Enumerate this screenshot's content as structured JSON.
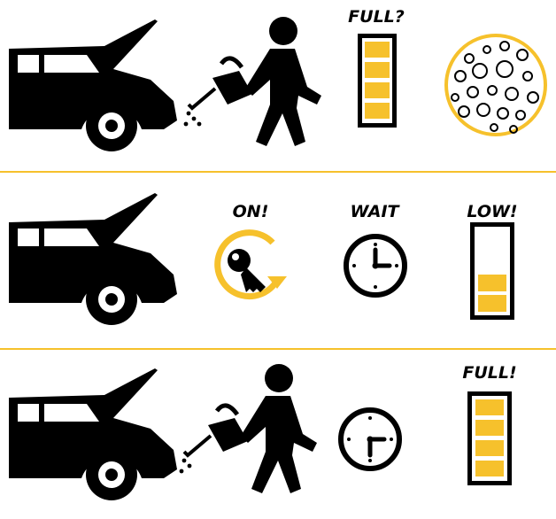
{
  "colors": {
    "accent": "#F6C12C",
    "ink": "#000000",
    "background": "#FFFFFF"
  },
  "rows": [
    {
      "label": "FULL?",
      "icons": [
        "car-open-hood-icon",
        "person-watering-can-icon",
        "battery-full-icon",
        "bubbles-circle-icon"
      ],
      "battery_level": 1.0
    },
    {
      "labels": [
        "ON!",
        "WAIT",
        "LOW!"
      ],
      "icons": [
        "car-open-hood-icon",
        "ignition-key-icon",
        "clock-icon",
        "battery-low-icon"
      ],
      "battery_level": 0.4
    },
    {
      "label": "FULL!",
      "icons": [
        "car-open-hood-icon",
        "person-watering-can-icon",
        "clock-icon",
        "battery-full-icon"
      ],
      "battery_level": 1.0
    }
  ]
}
